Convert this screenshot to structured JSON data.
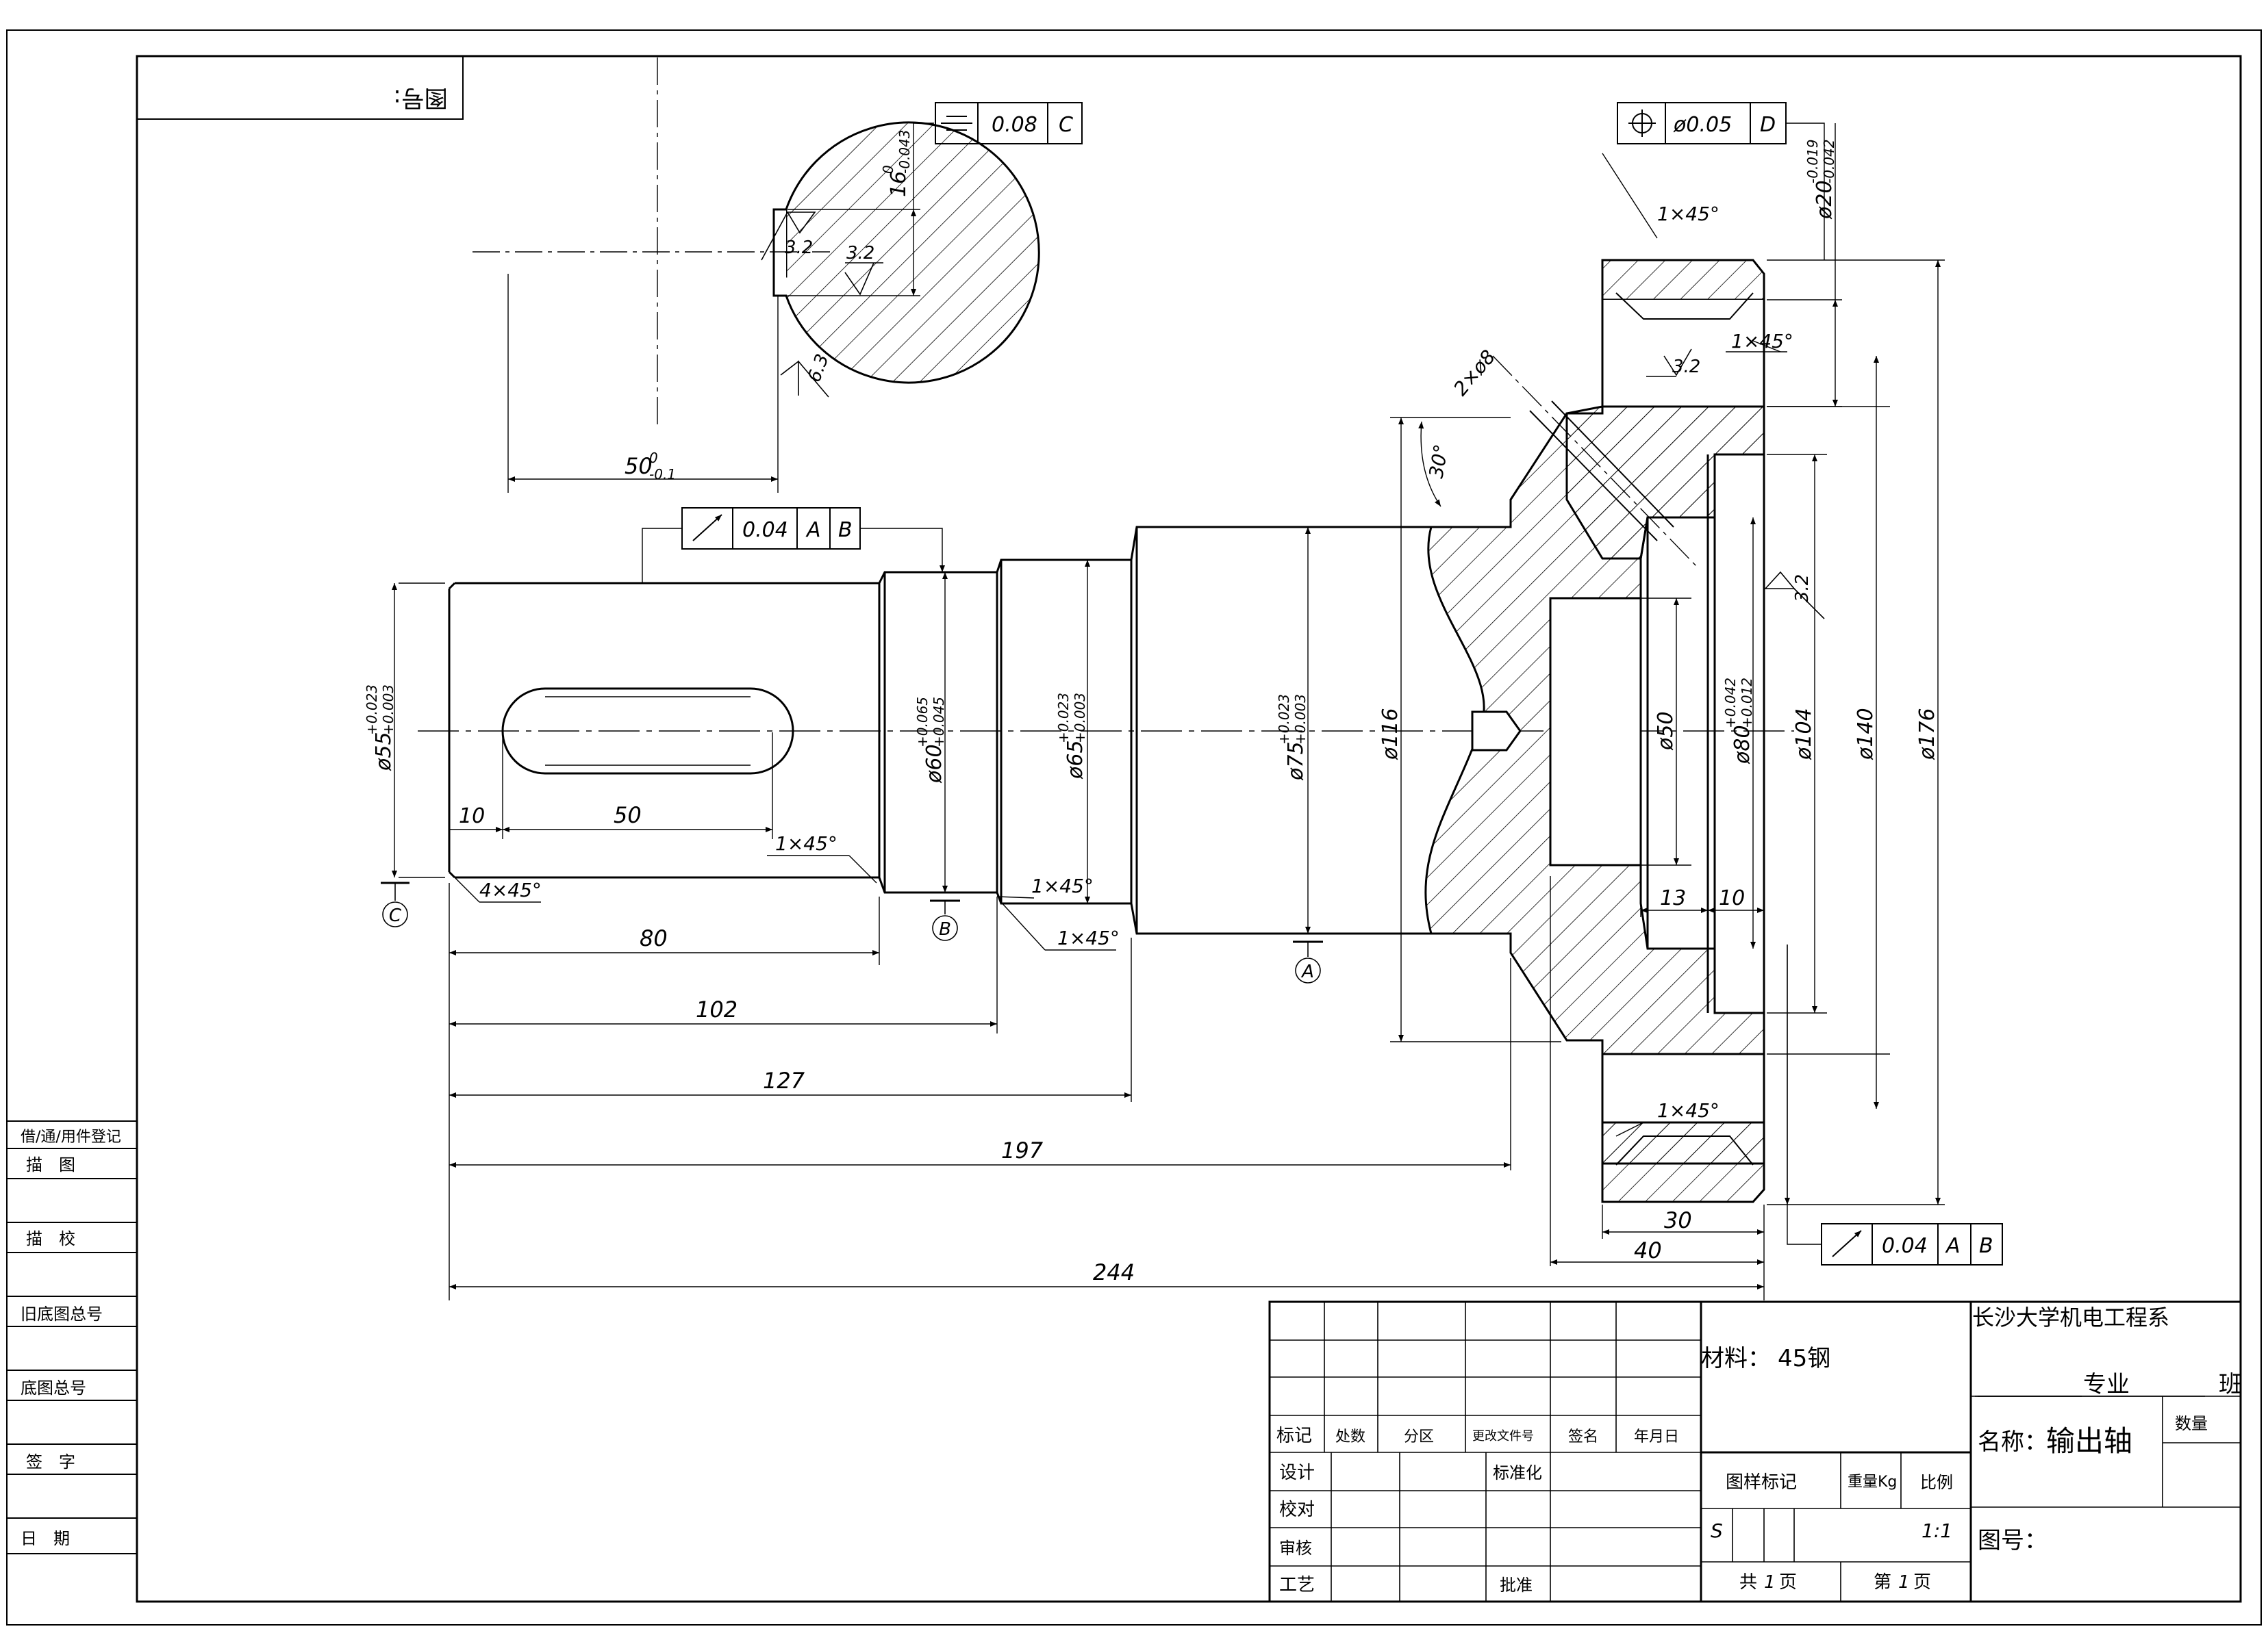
{
  "drawing": {
    "title": "输出轴",
    "scale": "1:1",
    "material_label": "材料：",
    "material_value": "45钢",
    "dept": "长沙大学机电工程系",
    "major_label": "专业",
    "class_label": "班",
    "name_label": "名称：",
    "quantity_label": "数量",
    "drawing_no_label": "图号：",
    "corner_label": "图号:"
  },
  "left_strip": {
    "items": [
      "借/通/用件登记",
      "描　图",
      "描　校",
      "旧底图总号",
      "底图总号",
      "签　字",
      "日　期"
    ]
  },
  "title_block": {
    "revision_headers": [
      "标记",
      "处数",
      "分区",
      "更改文件号",
      "签名",
      "年月日"
    ],
    "role_rows": [
      "设计",
      "校对",
      "审核",
      "工艺"
    ],
    "standardize": "标准化",
    "approve": "批准",
    "drawing_mark": "图样标记",
    "weight": "重量Kg",
    "ratio": "比例",
    "stage_s": "S",
    "ratio_value": "1:1",
    "total_pages_pre": "共",
    "total_pages_num": "1",
    "total_pages_post": "页",
    "page_pre": "第",
    "page_num": "1",
    "page_post": "页"
  },
  "dimensions": {
    "d244": "244",
    "d197": "197",
    "d127": "127",
    "d102": "102",
    "d80": "80",
    "d50": "50",
    "d10": "10",
    "d30": "30",
    "d40": "40",
    "d13": "13",
    "d10b": "10",
    "ch1": "1×45°",
    "ch2": "1×45°",
    "ch3": "1×45°",
    "ch4": "4×45°",
    "ch5": "1×45°",
    "ch6": "1×45°",
    "ch7": "1×45°",
    "dia55": "ø55",
    "dia55_tol_u": "+0.023",
    "dia55_tol_l": "+0.003",
    "dia60": "ø60",
    "dia60_tol_u": "+0.065",
    "dia60_tol_l": "+0.045",
    "dia65": "ø65",
    "dia65_tol_u": "+0.023",
    "dia65_tol_l": "+0.003",
    "dia75": "ø75",
    "dia75_tol_u": "+0.023",
    "dia75_tol_l": "+0.003",
    "dia116": "ø116",
    "dia50": "ø50",
    "dia80": "ø80",
    "dia80_tol_u": "+0.042",
    "dia80_tol_l": "+0.012",
    "dia104": "ø104",
    "dia140": "ø140",
    "dia176": "ø176",
    "dia20": "ø20",
    "dia20_tol_u": "-0.019",
    "dia20_tol_l": "-0.042",
    "holes": "2×ø8",
    "angle30": "30°",
    "key_width": "16",
    "key_tol_u": "0",
    "key_tol_l": "-0.043",
    "key_depth": "50",
    "key_depth_tol_u": "0",
    "key_depth_tol_l": "-0.1",
    "rough1": "3.2",
    "rough2": "3.2",
    "rough3": "6.3",
    "rough4": "3.2",
    "rough5": "3.2"
  },
  "tolerances": {
    "sym_value": "0.08",
    "sym_datum": "C",
    "pos_value": "ø0.05",
    "pos_datum": "D",
    "runout1_value": "0.04",
    "runout1_d1": "A",
    "runout1_d2": "B",
    "runout2_value": "0.04",
    "runout2_d1": "A",
    "runout2_d2": "B"
  },
  "datums": {
    "a": "A",
    "b": "B",
    "c": "C"
  }
}
